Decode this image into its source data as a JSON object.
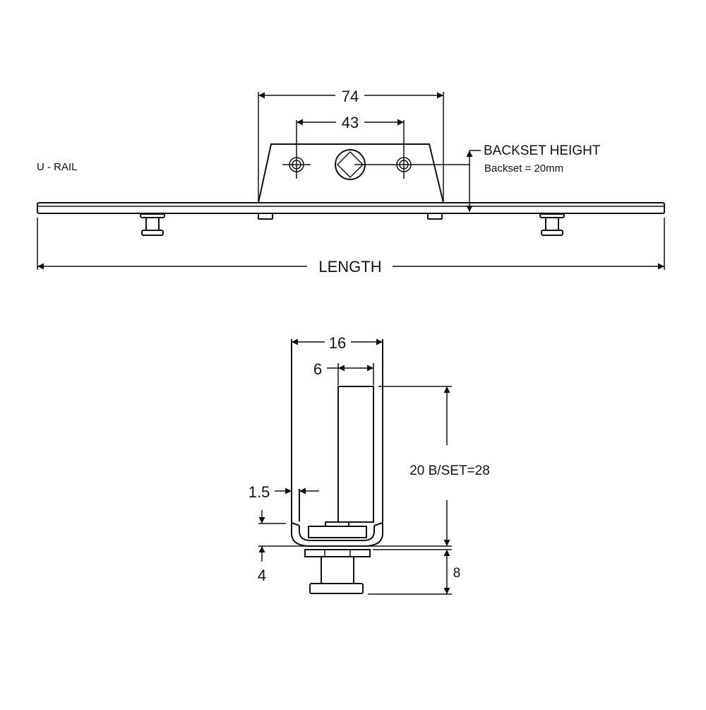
{
  "title": "U - RAIL",
  "front_view": {
    "dim_overall_width": "74",
    "dim_hole_spacing": "43",
    "backset_label": "BACKSET HEIGHT",
    "backset_note": "Backset = 20mm",
    "length_label": "LENGTH"
  },
  "section_view": {
    "dim_width": "16",
    "dim_spindle": "6",
    "dim_wall": "1.5",
    "dim_base": "4",
    "dim_height": "20 B/SET=28",
    "dim_stud": "8"
  },
  "colors": {
    "line": "#111111",
    "background": "#ffffff"
  }
}
